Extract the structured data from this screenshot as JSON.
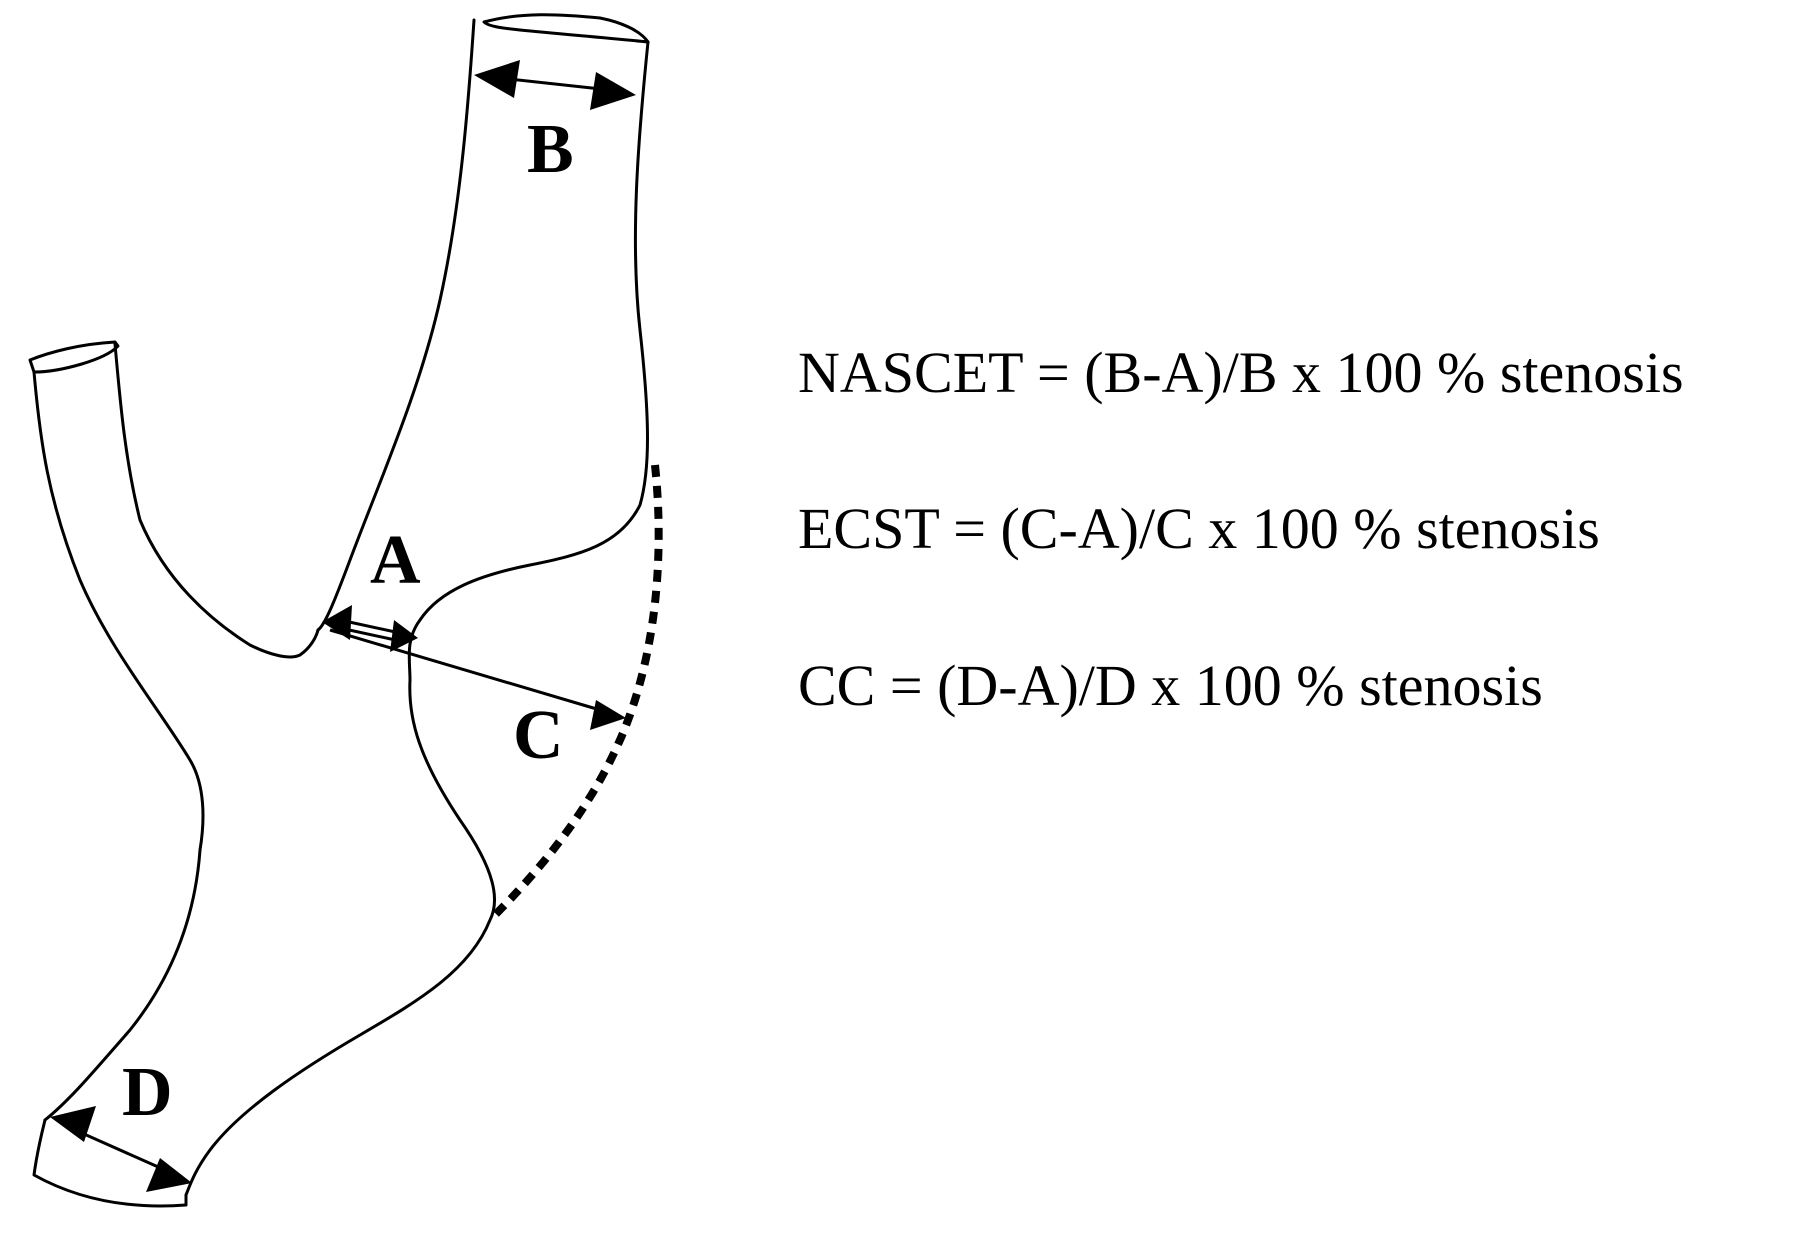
{
  "labels": {
    "A": "A",
    "B": "B",
    "C": "C",
    "D": "D"
  },
  "formulas": [
    "NASCET = (B-A)/B x 100 % stenosis",
    "ECST = (C-A)/C x 100 % stenosis",
    "CC = (D-A)/D x 100 % stenosis"
  ]
}
